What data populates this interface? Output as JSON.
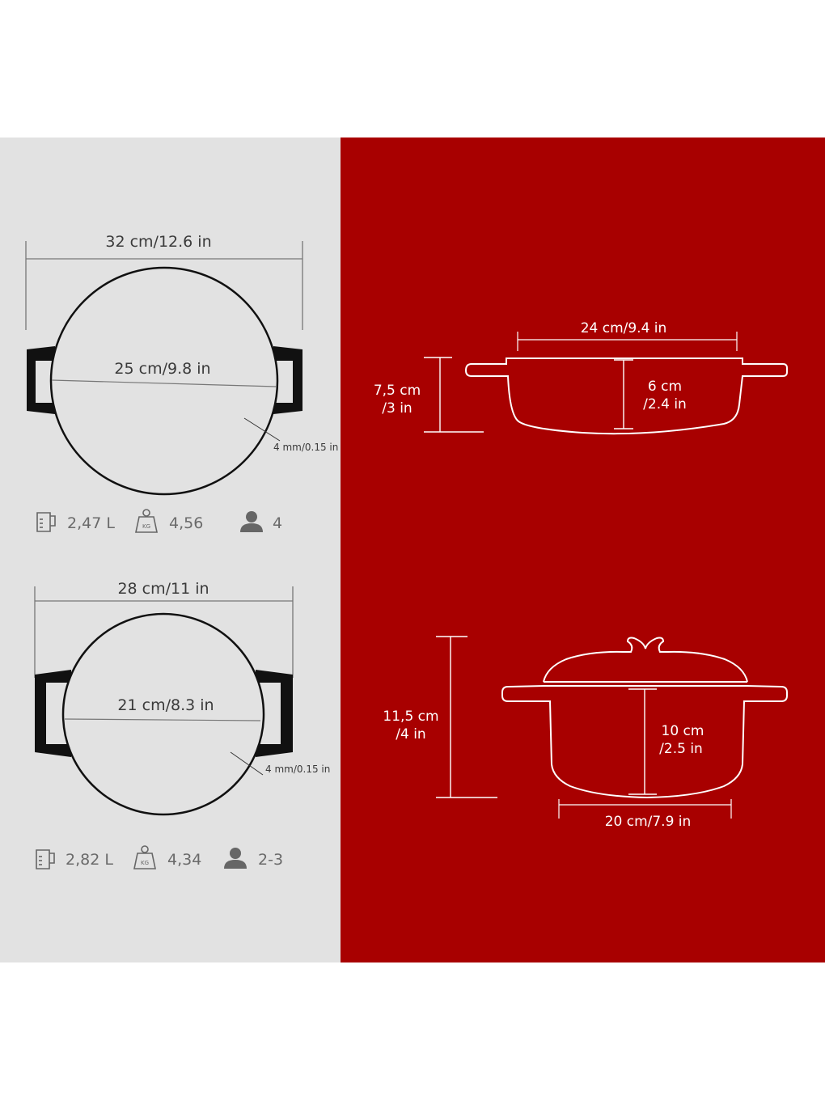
{
  "colors": {
    "left_bg": "#e2e2e2",
    "right_bg": "#a80000",
    "line_dark": "#222222",
    "line_light": "#ffffff"
  },
  "pot_large": {
    "outer_width": "32 cm/12.6 in",
    "inner_diameter": "25 cm/9.8 in",
    "wall_thickness": "4 mm/0.15 in",
    "specs": {
      "volume_icon": "measuring-jug-icon",
      "volume": "2,47 L",
      "weight_icon": "kg-weight-icon",
      "weight": "4,56",
      "servings_icon": "person-icon",
      "servings": "4"
    }
  },
  "pot_small": {
    "outer_width": "28 cm/11 in",
    "inner_diameter": "21 cm/8.3 in",
    "wall_thickness": "4 mm/0.15 in",
    "specs": {
      "volume_icon": "measuring-jug-icon",
      "volume": "2,82 L",
      "weight_icon": "kg-weight-icon",
      "weight": "4,34",
      "servings_icon": "person-icon",
      "servings": "2-3"
    }
  },
  "side_shallow": {
    "top_width": "24 cm/9.4 in",
    "total_height_1": "7,5 cm",
    "total_height_2": "/3 in",
    "inner_depth_1": "6 cm",
    "inner_depth_2": "/2.4 in"
  },
  "side_deep": {
    "total_height_1": "11,5 cm",
    "total_height_2": "/4 in",
    "inner_depth_1": "10 cm",
    "inner_depth_2": "/2.5 in",
    "bottom_width": "20 cm/7.9 in"
  }
}
